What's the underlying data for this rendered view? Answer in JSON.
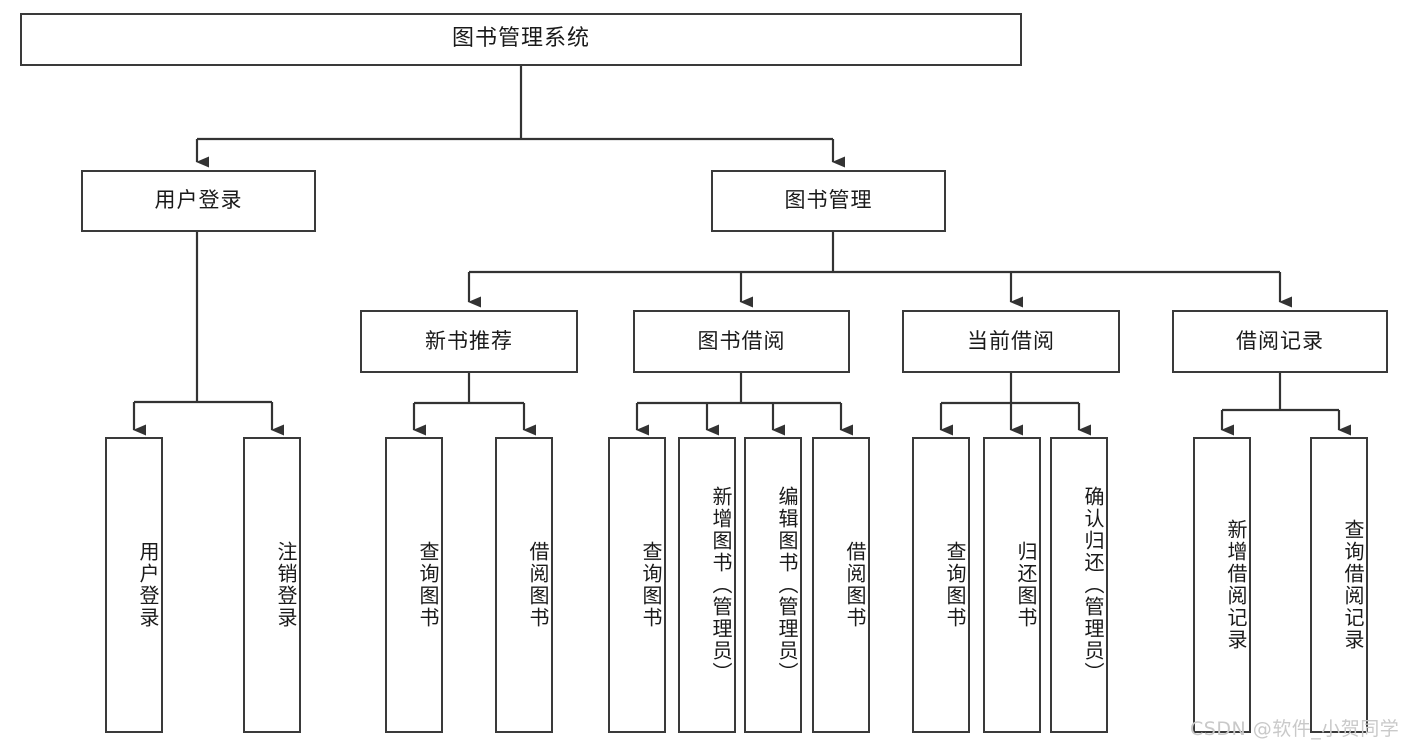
{
  "diagram": {
    "type": "tree-hierarchy-diagram",
    "title": "图书管理系统",
    "watermark": "CSDN @软件_小贺同学",
    "colors": {
      "box_border": "#3a3a3a",
      "box_fill": "#ffffff",
      "connector": "#333333",
      "text": "#1a1a1a",
      "watermark": "#c9c9c9",
      "background": "#ffffff"
    },
    "root": {
      "label": "图书管理系统"
    },
    "level1": [
      {
        "label": "用户登录"
      },
      {
        "label": "图书管理"
      }
    ],
    "level2": [
      {
        "label": "新书推荐"
      },
      {
        "label": "图书借阅"
      },
      {
        "label": "当前借阅"
      },
      {
        "label": "借阅记录"
      }
    ],
    "leaves_user_login": [
      {
        "label": "用户登录"
      },
      {
        "label": "注销登录"
      }
    ],
    "leaves_new_book": [
      {
        "label": "查询图书"
      },
      {
        "label": "借阅图书"
      }
    ],
    "leaves_borrow": [
      {
        "label": "查询图书"
      },
      {
        "label": "新增图书（管理员）"
      },
      {
        "label": "编辑图书（管理员）"
      },
      {
        "label": "借阅图书"
      }
    ],
    "leaves_current": [
      {
        "label": "查询图书"
      },
      {
        "label": "归还图书"
      },
      {
        "label": "确认归还（管理员）"
      }
    ],
    "leaves_record": [
      {
        "label": "新增借阅记录"
      },
      {
        "label": "查询借阅记录"
      }
    ]
  }
}
